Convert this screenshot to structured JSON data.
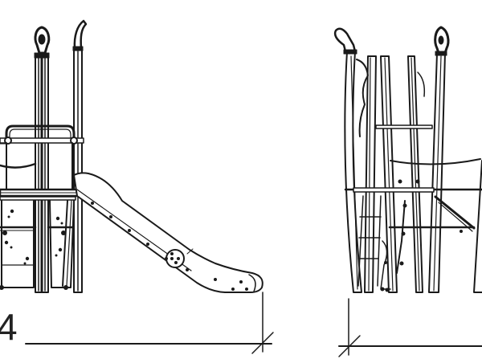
{
  "drawing": {
    "type": "technical elevation drawing",
    "subject": "playground tower with slide",
    "views": [
      {
        "name": "front-elevation",
        "features": [
          "two posts with finials",
          "platform with rope rail",
          "climbing panel",
          "slide"
        ]
      },
      {
        "name": "side-elevation",
        "features": [
          "angled posts with finials",
          "platform",
          "ladder",
          "rope rail",
          "diagonal brace"
        ]
      }
    ],
    "dimension_label": "4",
    "colors": {
      "line": "#1a1a1a",
      "background": "#ffffff"
    }
  }
}
